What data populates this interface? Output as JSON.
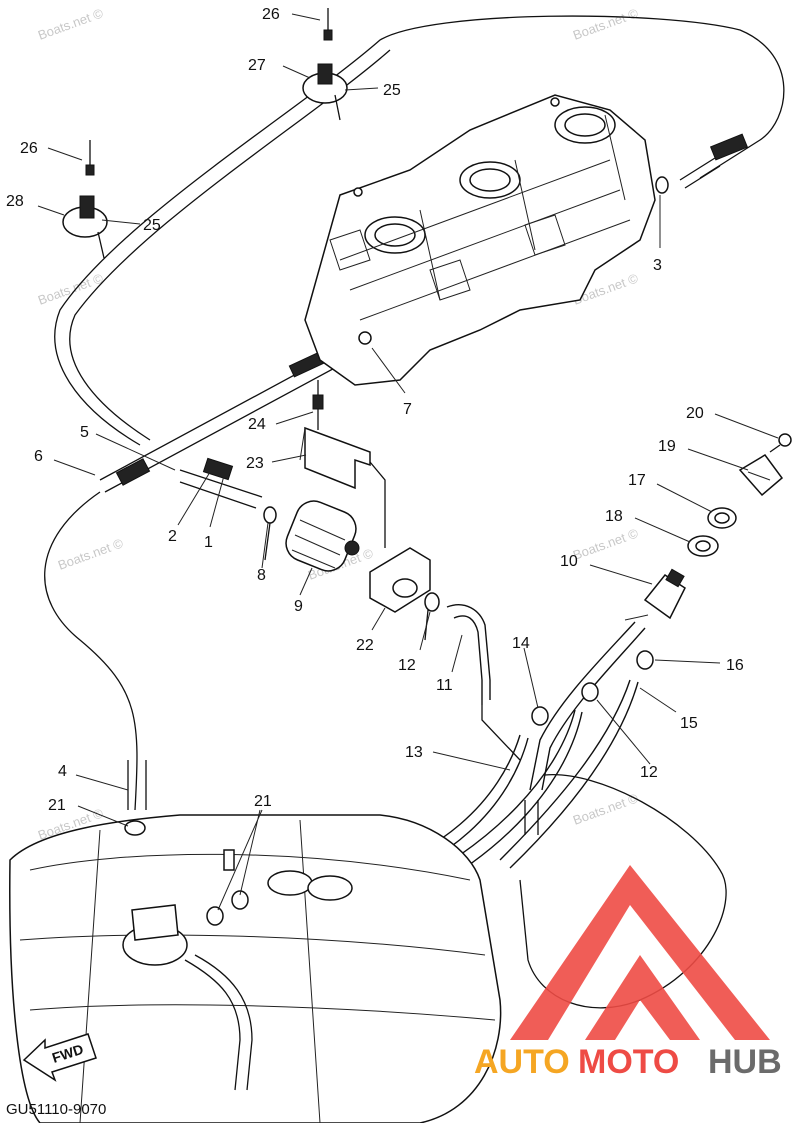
{
  "watermark": "Boats.net ©",
  "diagram_code": "GU51110-9070",
  "fwd_label": "FWD",
  "logo": {
    "auto": "AUTO",
    "moto": "MOTO",
    "hub": "HUB"
  },
  "colors": {
    "logo_red": "#ee4b45",
    "logo_orange": "#f5a623",
    "logo_gray": "#6b6b6b"
  },
  "callouts": [
    "26",
    "27",
    "25",
    "26",
    "28",
    "25",
    "3",
    "7",
    "24",
    "23",
    "5",
    "6",
    "2",
    "1",
    "8",
    "9",
    "22",
    "12",
    "11",
    "20",
    "19",
    "17",
    "18",
    "10",
    "14",
    "16",
    "15",
    "12",
    "13",
    "4",
    "21",
    "21"
  ]
}
